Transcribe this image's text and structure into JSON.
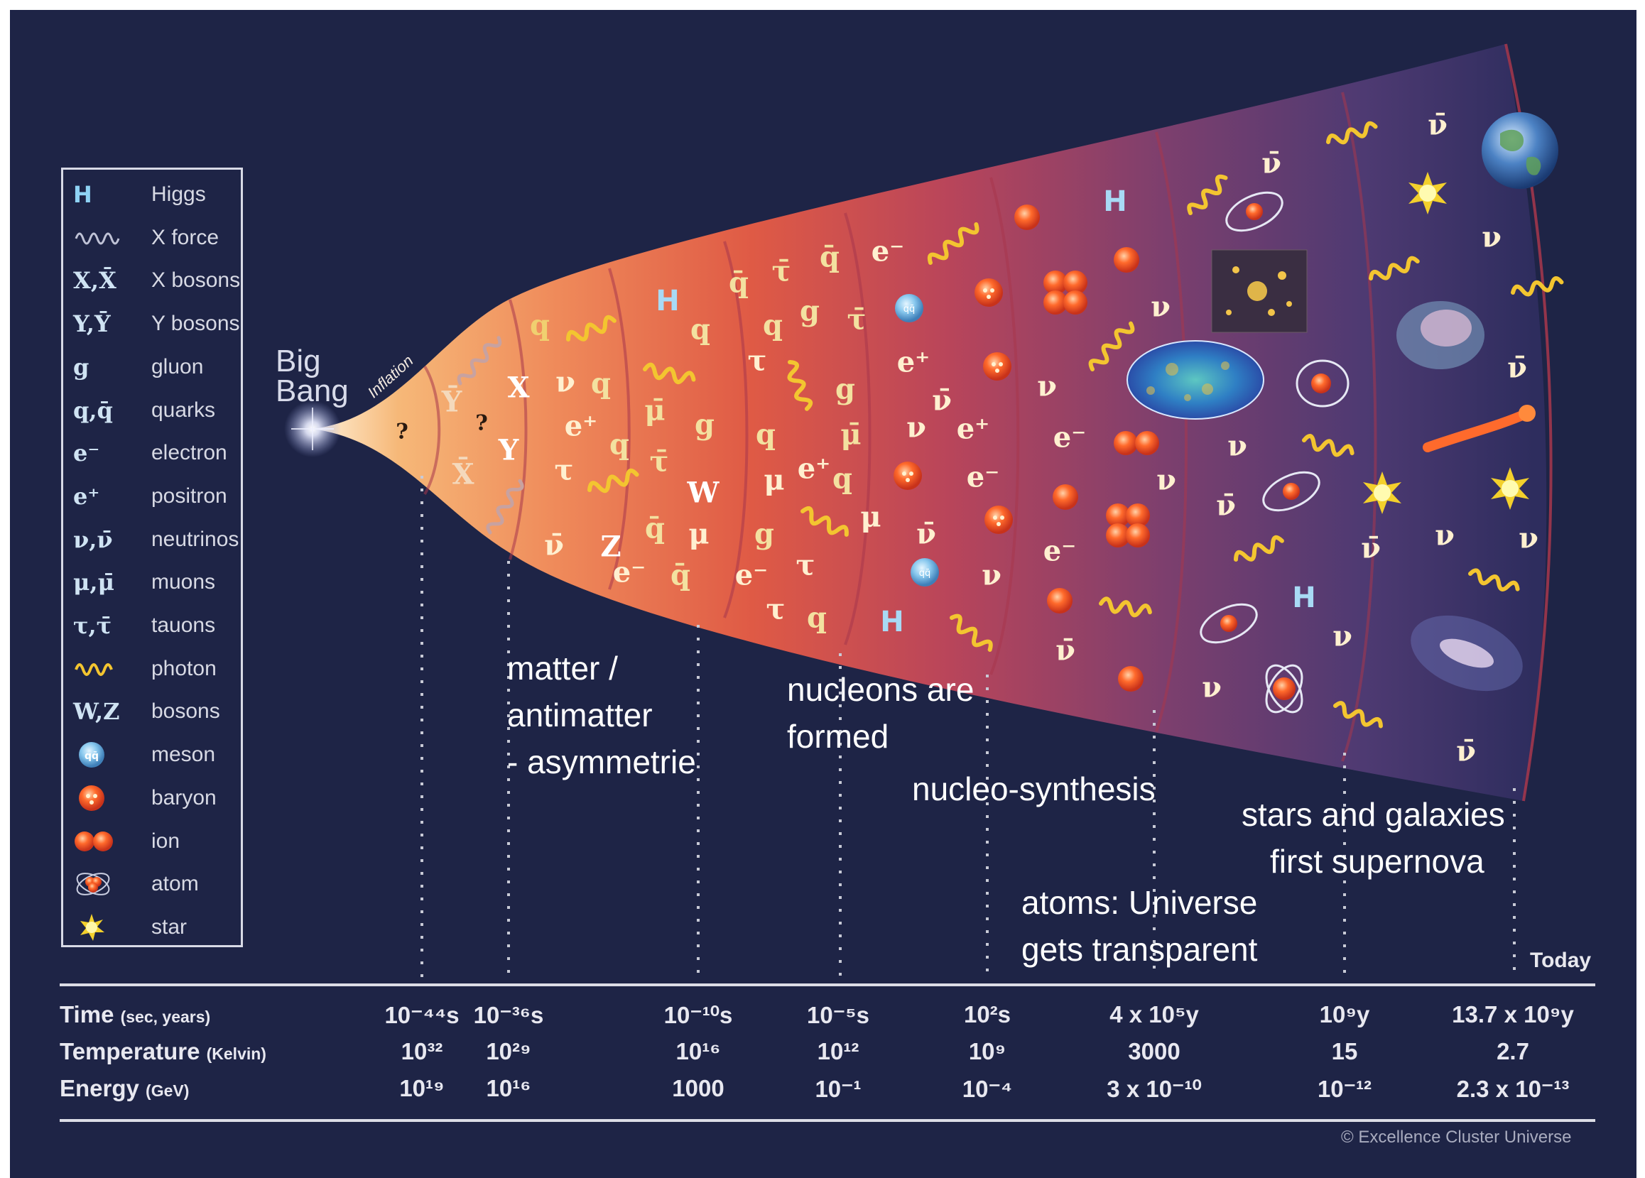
{
  "legend": [
    {
      "symbol": "H",
      "name": "Higgs",
      "kind": "higgs"
    },
    {
      "symbol": "",
      "name": "X force",
      "kind": "xforce"
    },
    {
      "symbol": "X,X̄",
      "name": "X bosons",
      "kind": "text"
    },
    {
      "symbol": "Y,Ȳ",
      "name": "Y bosons",
      "kind": "text"
    },
    {
      "symbol": "g",
      "name": "gluon",
      "kind": "text"
    },
    {
      "symbol": "q,q̄",
      "name": "quarks",
      "kind": "text"
    },
    {
      "symbol": "e⁻",
      "name": "electron",
      "kind": "text"
    },
    {
      "symbol": "e⁺",
      "name": "positron",
      "kind": "text"
    },
    {
      "symbol": "ν,ν̄",
      "name": "neutrinos",
      "kind": "text"
    },
    {
      "symbol": "μ,μ̄",
      "name": "muons",
      "kind": "text"
    },
    {
      "symbol": "τ,τ̄",
      "name": "tauons",
      "kind": "text"
    },
    {
      "symbol": "",
      "name": "photon",
      "kind": "photon"
    },
    {
      "symbol": "W,Z",
      "name": "bosons",
      "kind": "text"
    },
    {
      "symbol": "",
      "name": "meson",
      "kind": "meson"
    },
    {
      "symbol": "",
      "name": "baryon",
      "kind": "baryon"
    },
    {
      "symbol": "",
      "name": "ion",
      "kind": "ion"
    },
    {
      "symbol": "",
      "name": "atom",
      "kind": "atom"
    },
    {
      "symbol": "",
      "name": "star",
      "kind": "star"
    }
  ],
  "diagram": {
    "big_bang": "Big Bang",
    "inflation": "Inflation",
    "question_mark": "?",
    "today": "Today",
    "credit": "© Excellence Cluster Universe",
    "era_labels": {
      "matter": [
        "matter /",
        "antimatter",
        "- asymmetrie"
      ],
      "nucleons": [
        "nucleons are",
        "formed"
      ],
      "nucleosynthesis": "nucleo-synthesis",
      "atoms": [
        "atoms: Universe",
        "gets transparent"
      ],
      "stars": [
        "stars and galaxies",
        "first supernova"
      ]
    },
    "particle_symbols": {
      "Y": "Y",
      "X": "X",
      "Ybar": "Ȳ",
      "Xbar": "X̄",
      "q": "q",
      "qbar": "q̄",
      "g": "g",
      "e_minus": "e⁻",
      "e_plus": "e⁺",
      "nu": "ν",
      "nubar": "ν̄",
      "mu": "μ",
      "mubar": "μ̄",
      "tau": "τ",
      "taubar": "τ̄",
      "W": "W",
      "Z": "Z",
      "H": "H"
    }
  },
  "table": {
    "rows": [
      {
        "label": "Time",
        "unit": "(sec, years)"
      },
      {
        "label": "Temperature",
        "unit": "(Kelvin)"
      },
      {
        "label": "Energy",
        "unit": "(GeV)"
      }
    ],
    "columns": [
      {
        "time": "10⁻⁴⁴s",
        "temperature": "10³²",
        "energy": "10¹⁹"
      },
      {
        "time": "10⁻³⁶s",
        "temperature": "10²⁹",
        "energy": "10¹⁶"
      },
      {
        "time": "10⁻¹⁰s",
        "temperature": "10¹⁶",
        "energy": "1000"
      },
      {
        "time": "10⁻⁵s",
        "temperature": "10¹²",
        "energy": "10⁻¹"
      },
      {
        "time": "10²s",
        "temperature": "10⁹",
        "energy": "10⁻⁴"
      },
      {
        "time": "4 x 10⁵y",
        "temperature": "3000",
        "energy": "3 x 10⁻¹⁰"
      },
      {
        "time": "10⁹y",
        "temperature": "15",
        "energy": "10⁻¹²"
      },
      {
        "time": "13.7 x 10⁹y",
        "temperature": "2.7",
        "energy": "2.3 x 10⁻¹³"
      }
    ]
  },
  "colors": {
    "background": "#1e2446",
    "cone_start": "#f6b878",
    "cone_mid": "#d95540",
    "cone_end": "#4a3a72",
    "photon": "#f3c530",
    "legend_text": "#d7d9e4"
  }
}
